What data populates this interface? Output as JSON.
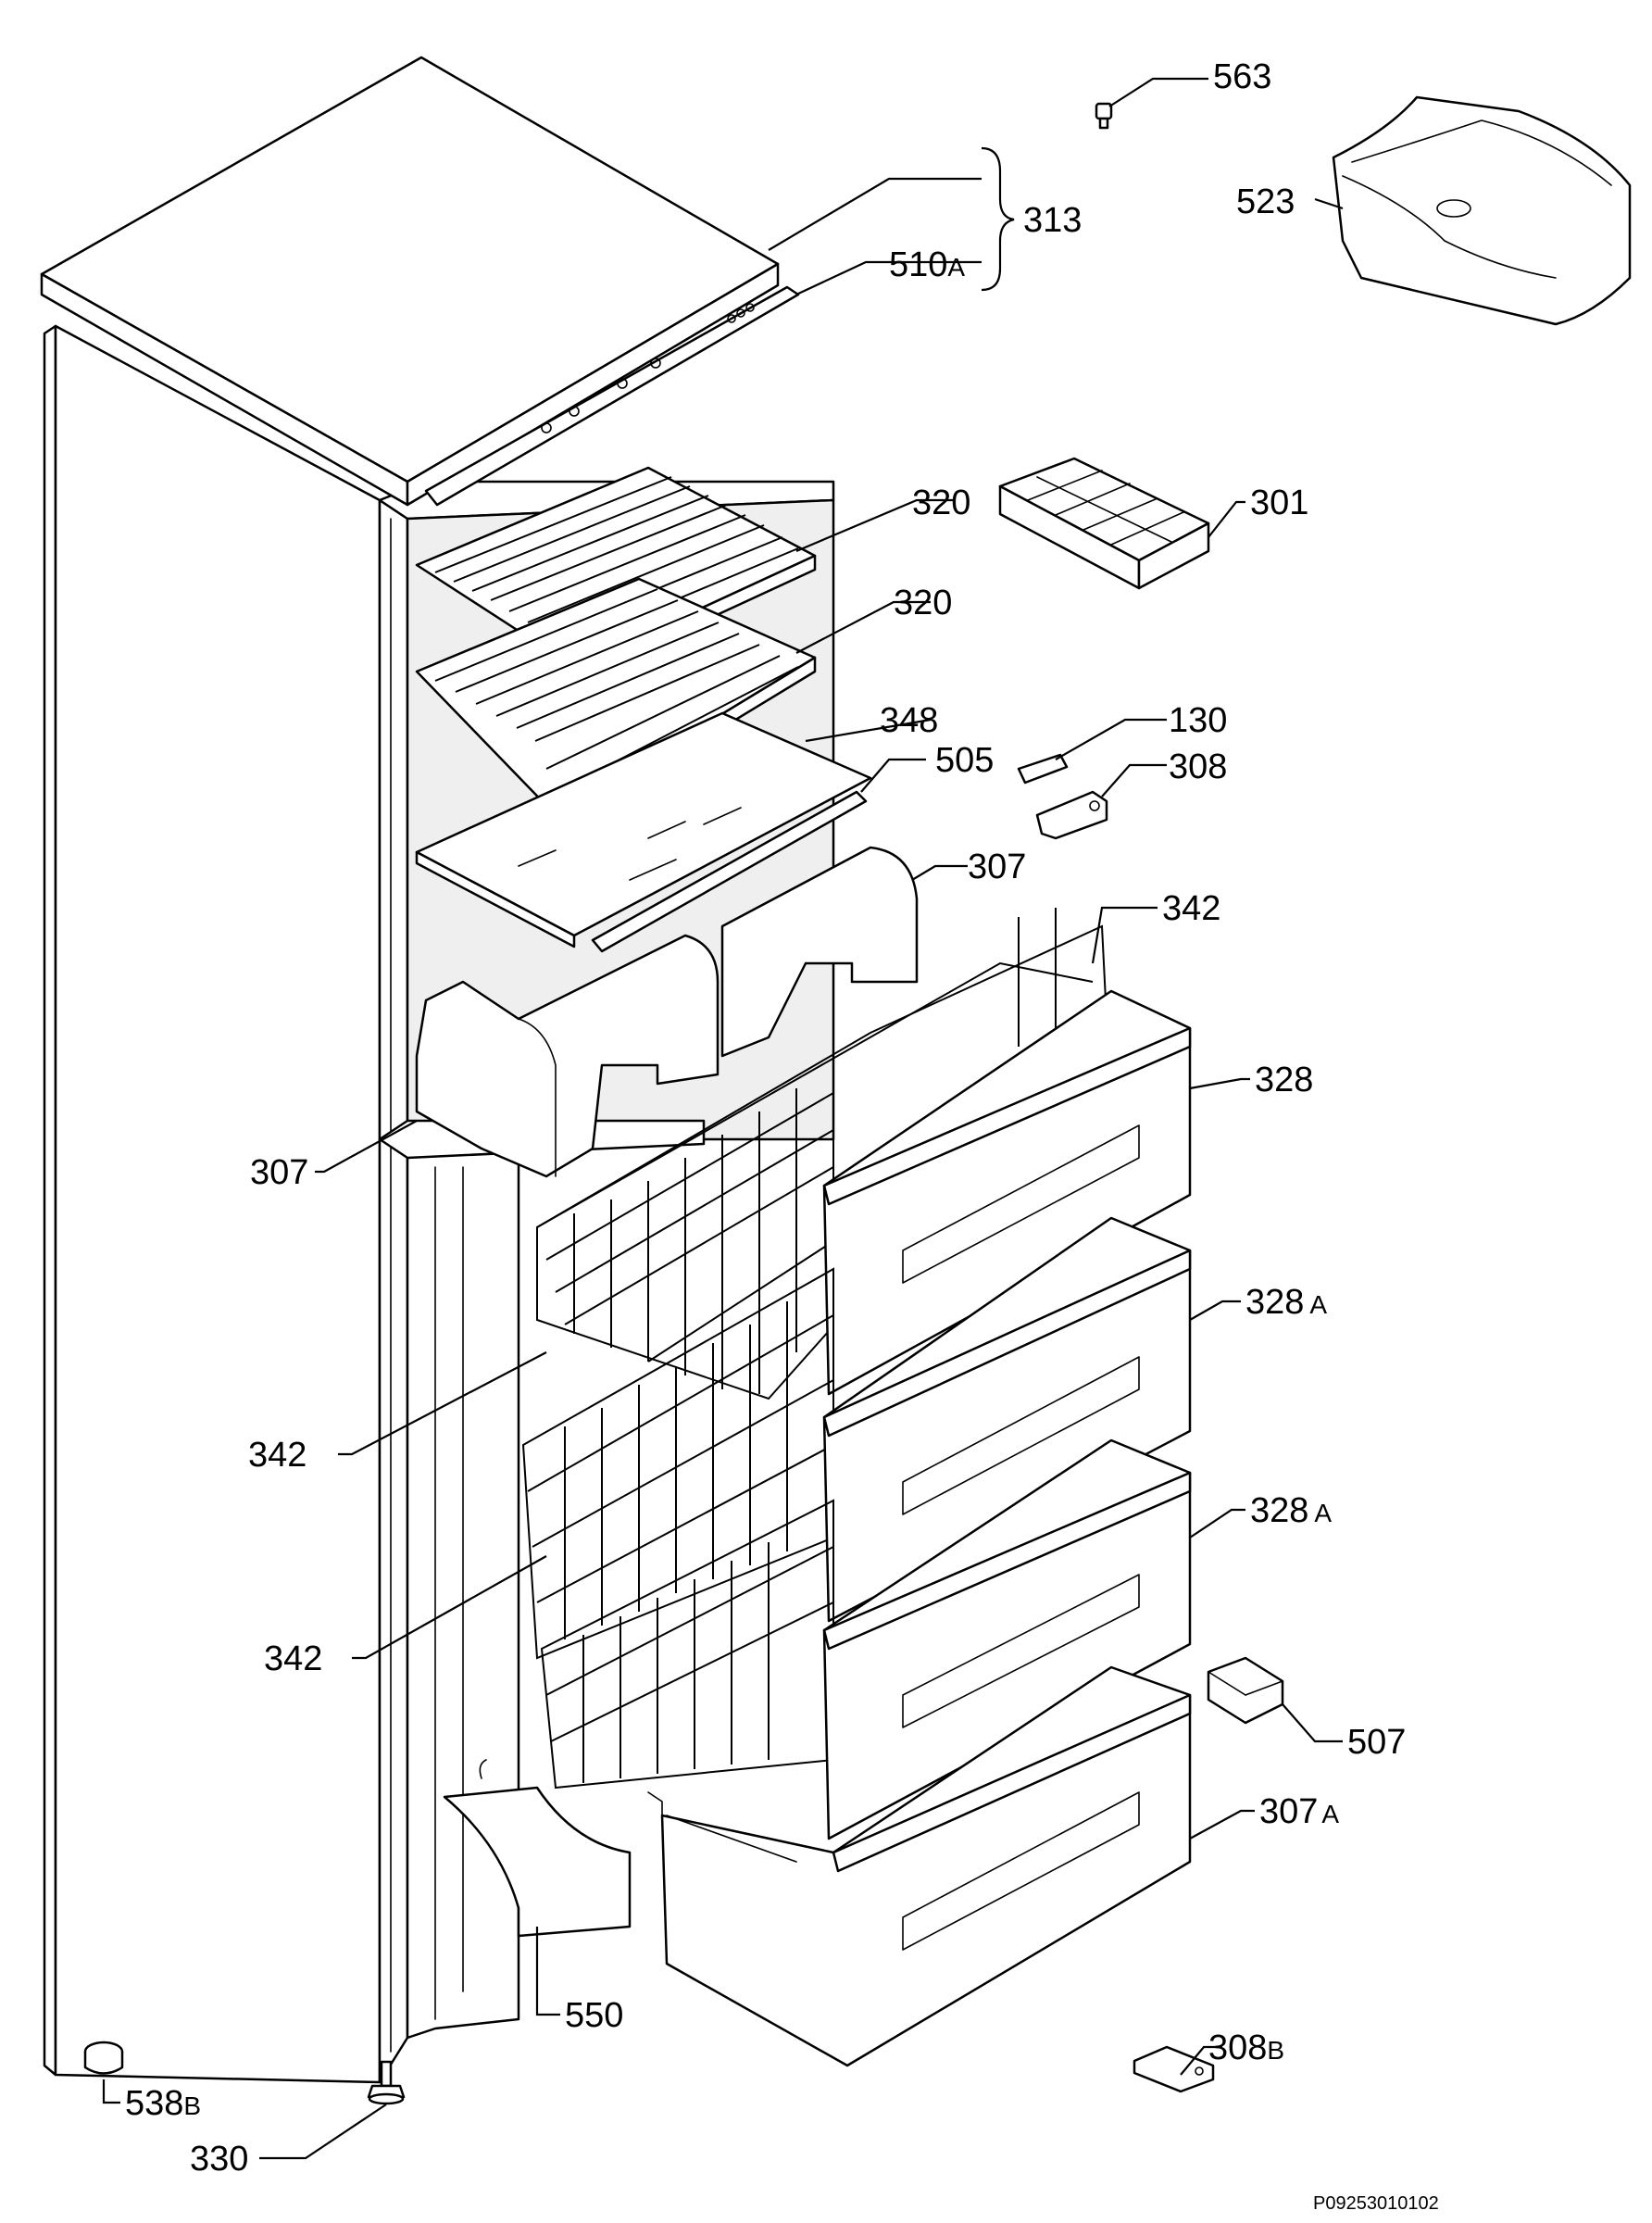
{
  "figure": {
    "code": "P09253010102"
  },
  "callouts": [
    {
      "id": "c563",
      "number": "563",
      "suffix": ""
    },
    {
      "id": "c523",
      "number": "523",
      "suffix": ""
    },
    {
      "id": "c313",
      "number": "313",
      "suffix": ""
    },
    {
      "id": "c510a",
      "number": "510",
      "suffix": "A"
    },
    {
      "id": "c320a",
      "number": "320",
      "suffix": ""
    },
    {
      "id": "c301",
      "number": "301",
      "suffix": ""
    },
    {
      "id": "c320b",
      "number": "320",
      "suffix": ""
    },
    {
      "id": "c348",
      "number": "348",
      "suffix": ""
    },
    {
      "id": "c130",
      "number": "130",
      "suffix": ""
    },
    {
      "id": "c505",
      "number": "505",
      "suffix": ""
    },
    {
      "id": "c308",
      "number": "308",
      "suffix": ""
    },
    {
      "id": "c307a",
      "number": "307",
      "suffix": ""
    },
    {
      "id": "c342a",
      "number": "342",
      "suffix": ""
    },
    {
      "id": "c328",
      "number": "328",
      "suffix": ""
    },
    {
      "id": "c307b",
      "number": "307",
      "suffix": ""
    },
    {
      "id": "c328a1",
      "number": "328",
      "suffix": "A"
    },
    {
      "id": "c342b",
      "number": "342",
      "suffix": ""
    },
    {
      "id": "c328a2",
      "number": "328",
      "suffix": "A"
    },
    {
      "id": "c342c",
      "number": "342",
      "suffix": ""
    },
    {
      "id": "c507",
      "number": "507",
      "suffix": ""
    },
    {
      "id": "c307aa",
      "number": "307",
      "suffix": "A"
    },
    {
      "id": "c550",
      "number": "550",
      "suffix": ""
    },
    {
      "id": "c538b",
      "number": "538",
      "suffix": "B"
    },
    {
      "id": "c308b",
      "number": "308",
      "suffix": "B"
    },
    {
      "id": "c330",
      "number": "330",
      "suffix": ""
    }
  ]
}
